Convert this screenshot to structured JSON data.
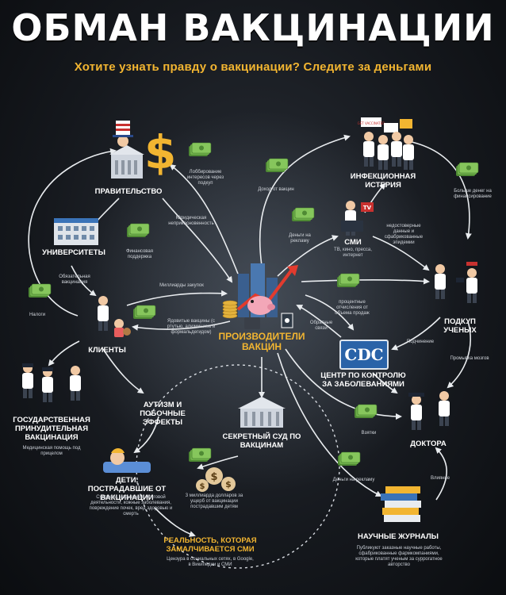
{
  "header": {
    "title": "ОБМАН ВАКЦИНАЦИИ",
    "subtitle": "Хотите узнать правду о вакцинации? Следите за деньгами"
  },
  "colors": {
    "accent_yellow": "#f2b531",
    "arrow": "#e9ecef",
    "money_green": "#6fb04a",
    "background": "#15181d"
  },
  "nodes": {
    "government": "ПРАВИТЕЛЬСТВО",
    "universities": "УНИВЕРСИТЕТЫ",
    "clients": "КЛИЕНТЫ",
    "state_forced": "ГОСУДАРСТВЕННАЯ ПРИНУДИТЕЛЬНАЯ ВАКЦИНАЦИЯ",
    "state_forced_note": "Медицинская помощь под прицелом",
    "manufacturers": "ПРОИЗВОДИТЕЛИ ВАКЦИН",
    "infection_hysteria": "ИНФЕКЦИОННАЯ ИСТЕРИЯ",
    "media": "СМИ",
    "media_note": "ТВ, кино, пресса, интернет",
    "scientists": "ПОДКУП УЧЕНЫХ",
    "cdc": "ЦЕНТР ПО КОНТРОЛЮ ЗА ЗАБОЛЕВАНИЯМИ",
    "cdc_logo": "CDC",
    "doctors": "ДОКТОРА",
    "journals": "НАУЧНЫЕ ЖУРНАЛЫ",
    "journals_note": "Публикуют заказные научные работы, сфабрикованные фармкомпаниями, которые платят ученым за суррогатное авторство",
    "autism": "АУТИЗМ И ПОБОЧНЫЕ ЭФФЕКТЫ",
    "secret_court": "СЕКРЕТНЫЙ СУД ПО ВАКЦИНАМ",
    "children": "ДЕТИ, ПОСТРАДАВШИЕ ОТ ВАКЦИНАЦИИ",
    "children_note": "Судороги, нарушения мозговой деятельности, кожные заболевания, повреждение почек, вред здоровью и смерть",
    "court_money": "3 миллиарда долларов за ущерб от вакцинации пострадавшим детям",
    "reality": "РЕАЛЬНОСТЬ, КОТОРАЯ ЗАМАЛЧИВАЕТСЯ СМИ",
    "reality_note": "Цензура в социальных сетях, в Google, в Википедии и СМИ"
  },
  "edges": {
    "lobbying": "Лоббирование интересов через подкуп",
    "legal_immunity": "Юридическая неприкосновенность",
    "financial_support": "Финансовая поддержка",
    "mandatory": "Обязательная вакцинация",
    "taxes": "Налоги",
    "billions": "Миллиарды закупок",
    "toxic": "Ядовитые вакцины (с ртутью, алюминием и формальдегидом)",
    "vaccine_income": "Доход от вакцин",
    "ad_money": "Деньги на рекламу",
    "fake_data": "недостоверные данные и сфабрикованные эпидемии",
    "more_money": "Больше денег на финансирование",
    "percent": "процентные отчисления от объема продаж",
    "feedback": "Обратные связи",
    "subordination": "Подчинение",
    "brainwash": "Промывка мозгов",
    "bribes": "Взятки",
    "ad_money_2": "Деньги на рекламу",
    "influence": "Влияние"
  },
  "signs": {
    "sign_1": "GET VACCINATED",
    "sign_2": "TV"
  }
}
